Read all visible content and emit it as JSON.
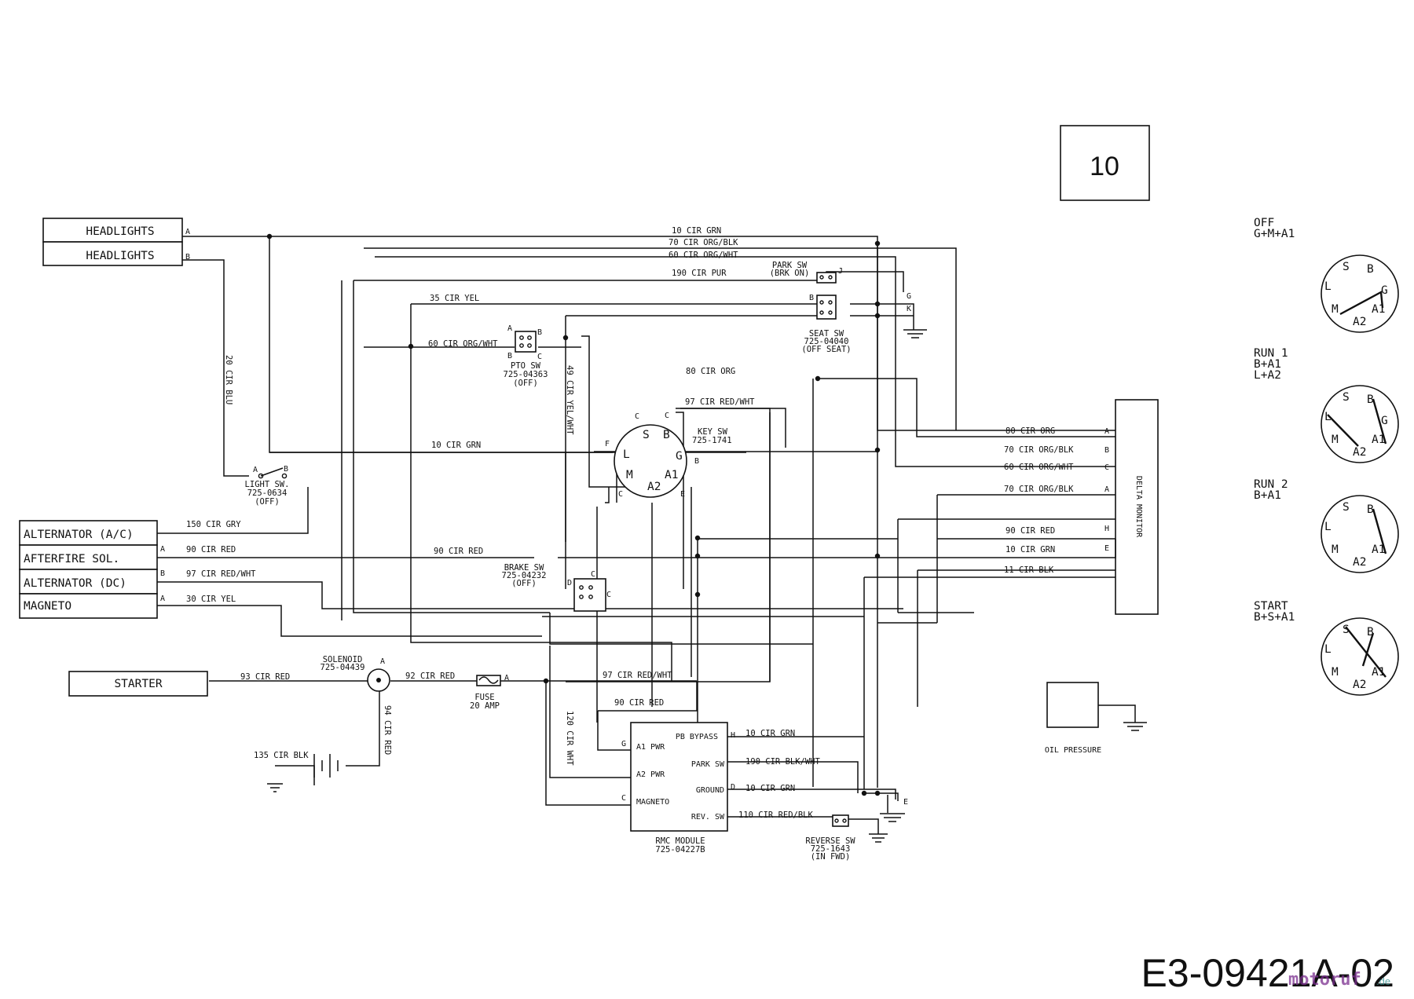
{
  "page_number": "10",
  "drawing_number": "E3-09421A-02",
  "watermark": {
    "main": "motoruf",
    "suffix": ".de"
  },
  "components": {
    "headlights_1": "HEADLIGHTS",
    "headlights_2": "HEADLIGHTS",
    "alternator_ac": "ALTERNATOR (A/C)",
    "afterfire_sol": "AFTERFIRE SOL.",
    "alternator_dc": "ALTERNATOR (DC)",
    "magneto": "MAGNETO",
    "starter": "STARTER",
    "delta_monitor": "DELTA MONITOR",
    "oil_pressure": "OIL PRESSURE"
  },
  "switches": {
    "light_sw": [
      "LIGHT SW.",
      "725-0634",
      "(OFF)"
    ],
    "pto_sw": [
      "PTO SW",
      "725-04363",
      "(OFF)"
    ],
    "park_sw": [
      "PARK SW",
      "(BRK ON)"
    ],
    "seat_sw": [
      "SEAT SW",
      "725-04040",
      "(OFF SEAT)"
    ],
    "key_sw": [
      "KEY SW",
      "725-1741"
    ],
    "brake_sw": [
      "BRAKE SW",
      "725-04232",
      "(OFF)"
    ],
    "solenoid": [
      "SOLENOID",
      "725-04439"
    ],
    "fuse": [
      "FUSE",
      "20 AMP"
    ],
    "reverse_sw": [
      "REVERSE SW",
      "725-1643",
      "(IN FWD)"
    ],
    "rmc_module": [
      "RMC MODULE",
      "725-04227B"
    ]
  },
  "rmc_pins": {
    "pb_bypass": "PB BYPASS",
    "a1_pwr": "A1 PWR",
    "park_sw": "PARK SW",
    "a2_pwr": "A2 PWR",
    "ground": "GROUND",
    "magneto": "MAGNETO",
    "rev_sw": "REV. SW"
  },
  "wires": {
    "w10grn_top": "10 CIR GRN",
    "w70orgblk_top": "70 CIR ORG/BLK",
    "w60orgwht_top": "60 CIR ORG/WHT",
    "w190pur": "190 CIR PUR",
    "w35yel": "35 CIR YEL",
    "w60orgwht_pto": "60 CIR ORG/WHT",
    "w20blu": "20 CIR BLU",
    "w49yelwht": "49 CIR YEL/WHT",
    "w80org": "80 CIR ORG",
    "w97redwht_key": "97 CIR RED/WHT",
    "w10grn_mid": "10 CIR GRN",
    "w150gry": "150 CIR GRY",
    "w90red_af": "90 CIR RED",
    "w90red_mid": "90 CIR RED",
    "w97redwht_alt": "97 CIR RED/WHT",
    "w30yel": "30 CIR YEL",
    "w93red": "93 CIR RED",
    "w92red": "92 CIR RED",
    "w97redwht_low": "97 CIR RED/WHT",
    "w90red_low": "90 CIR RED",
    "w94red": "94 CIR RED",
    "w120redwht": "120 CIR WHT",
    "w135blk": "135 CIR BLK",
    "w10grn_pb": "10 CIR GRN",
    "w190blkwht": "190 CIR BLK/WHT",
    "w10grn_gnd": "10 CIR GRN",
    "w110redblk": "110 CIR RED/BLK",
    "dm_80org": "80 CIR ORG",
    "dm_70orgblk": "70 CIR ORG/BLK",
    "dm_60orgwht": "60 CIR ORG/WHT",
    "dm_70orgblk2": "70 CIR ORG/BLK",
    "dm_90red": "90 CIR RED",
    "dm_10grn": "10 CIR GRN",
    "dm_11blk": "11 CIR BLK"
  },
  "key_positions": [
    {
      "name": "OFF",
      "lines": [
        "G+M+A1"
      ]
    },
    {
      "name": "RUN 1",
      "lines": [
        "B+A1",
        "L+A2"
      ]
    },
    {
      "name": "RUN 2",
      "lines": [
        "B+A1"
      ]
    },
    {
      "name": "START",
      "lines": [
        "B+S+A1"
      ]
    }
  ],
  "terminal_letters": {
    "A": "A",
    "B": "B",
    "C": "C",
    "D": "D",
    "E": "E",
    "F": "F",
    "G": "G",
    "H": "H",
    "J": "J",
    "K": "K",
    "S": "S",
    "L": "L",
    "M": "M",
    "A1": "A1",
    "A2": "A2"
  }
}
